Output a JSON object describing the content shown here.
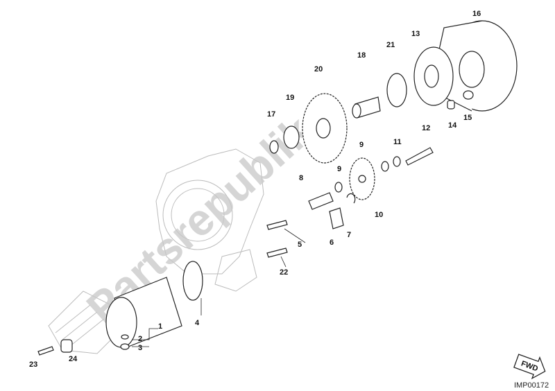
{
  "diagram": {
    "callouts": [
      "16",
      "13",
      "21",
      "18",
      "20",
      "19",
      "17",
      "9",
      "11",
      "12",
      "14",
      "15",
      "9",
      "8",
      "10",
      "5",
      "6",
      "7",
      "22",
      "4",
      "1",
      "2",
      "3",
      "23",
      "24"
    ],
    "fwd_label": "FWD",
    "drawing_code": "IMP00172",
    "watermark": "Partsrepublik"
  }
}
